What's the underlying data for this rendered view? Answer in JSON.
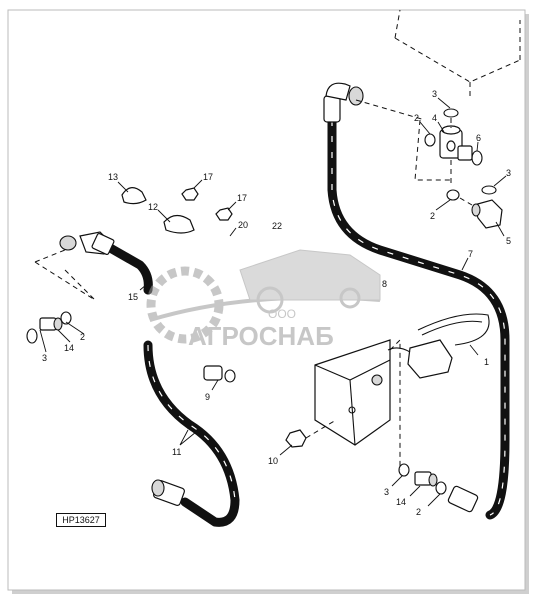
{
  "diagram": {
    "reference_code": "HP13627",
    "callouts": {
      "c1": "1",
      "c2a": "2",
      "c2b": "2",
      "c2c": "2",
      "c2d": "2",
      "c3a": "3",
      "c3b": "3",
      "c3c": "3",
      "c3d": "3",
      "c4": "4",
      "c5": "5",
      "c6": "6",
      "c7": "7",
      "c8": "8",
      "c9": "9",
      "c10": "10",
      "c11": "11",
      "c12": "12",
      "c13": "13",
      "c14a": "14",
      "c14b": "14",
      "c15": "15",
      "c17a": "17",
      "c17b": "17",
      "c20": "20",
      "c22": "22"
    }
  },
  "watermark": {
    "company_prefix": "ООО",
    "company_name": "АГРОСНАБ"
  }
}
